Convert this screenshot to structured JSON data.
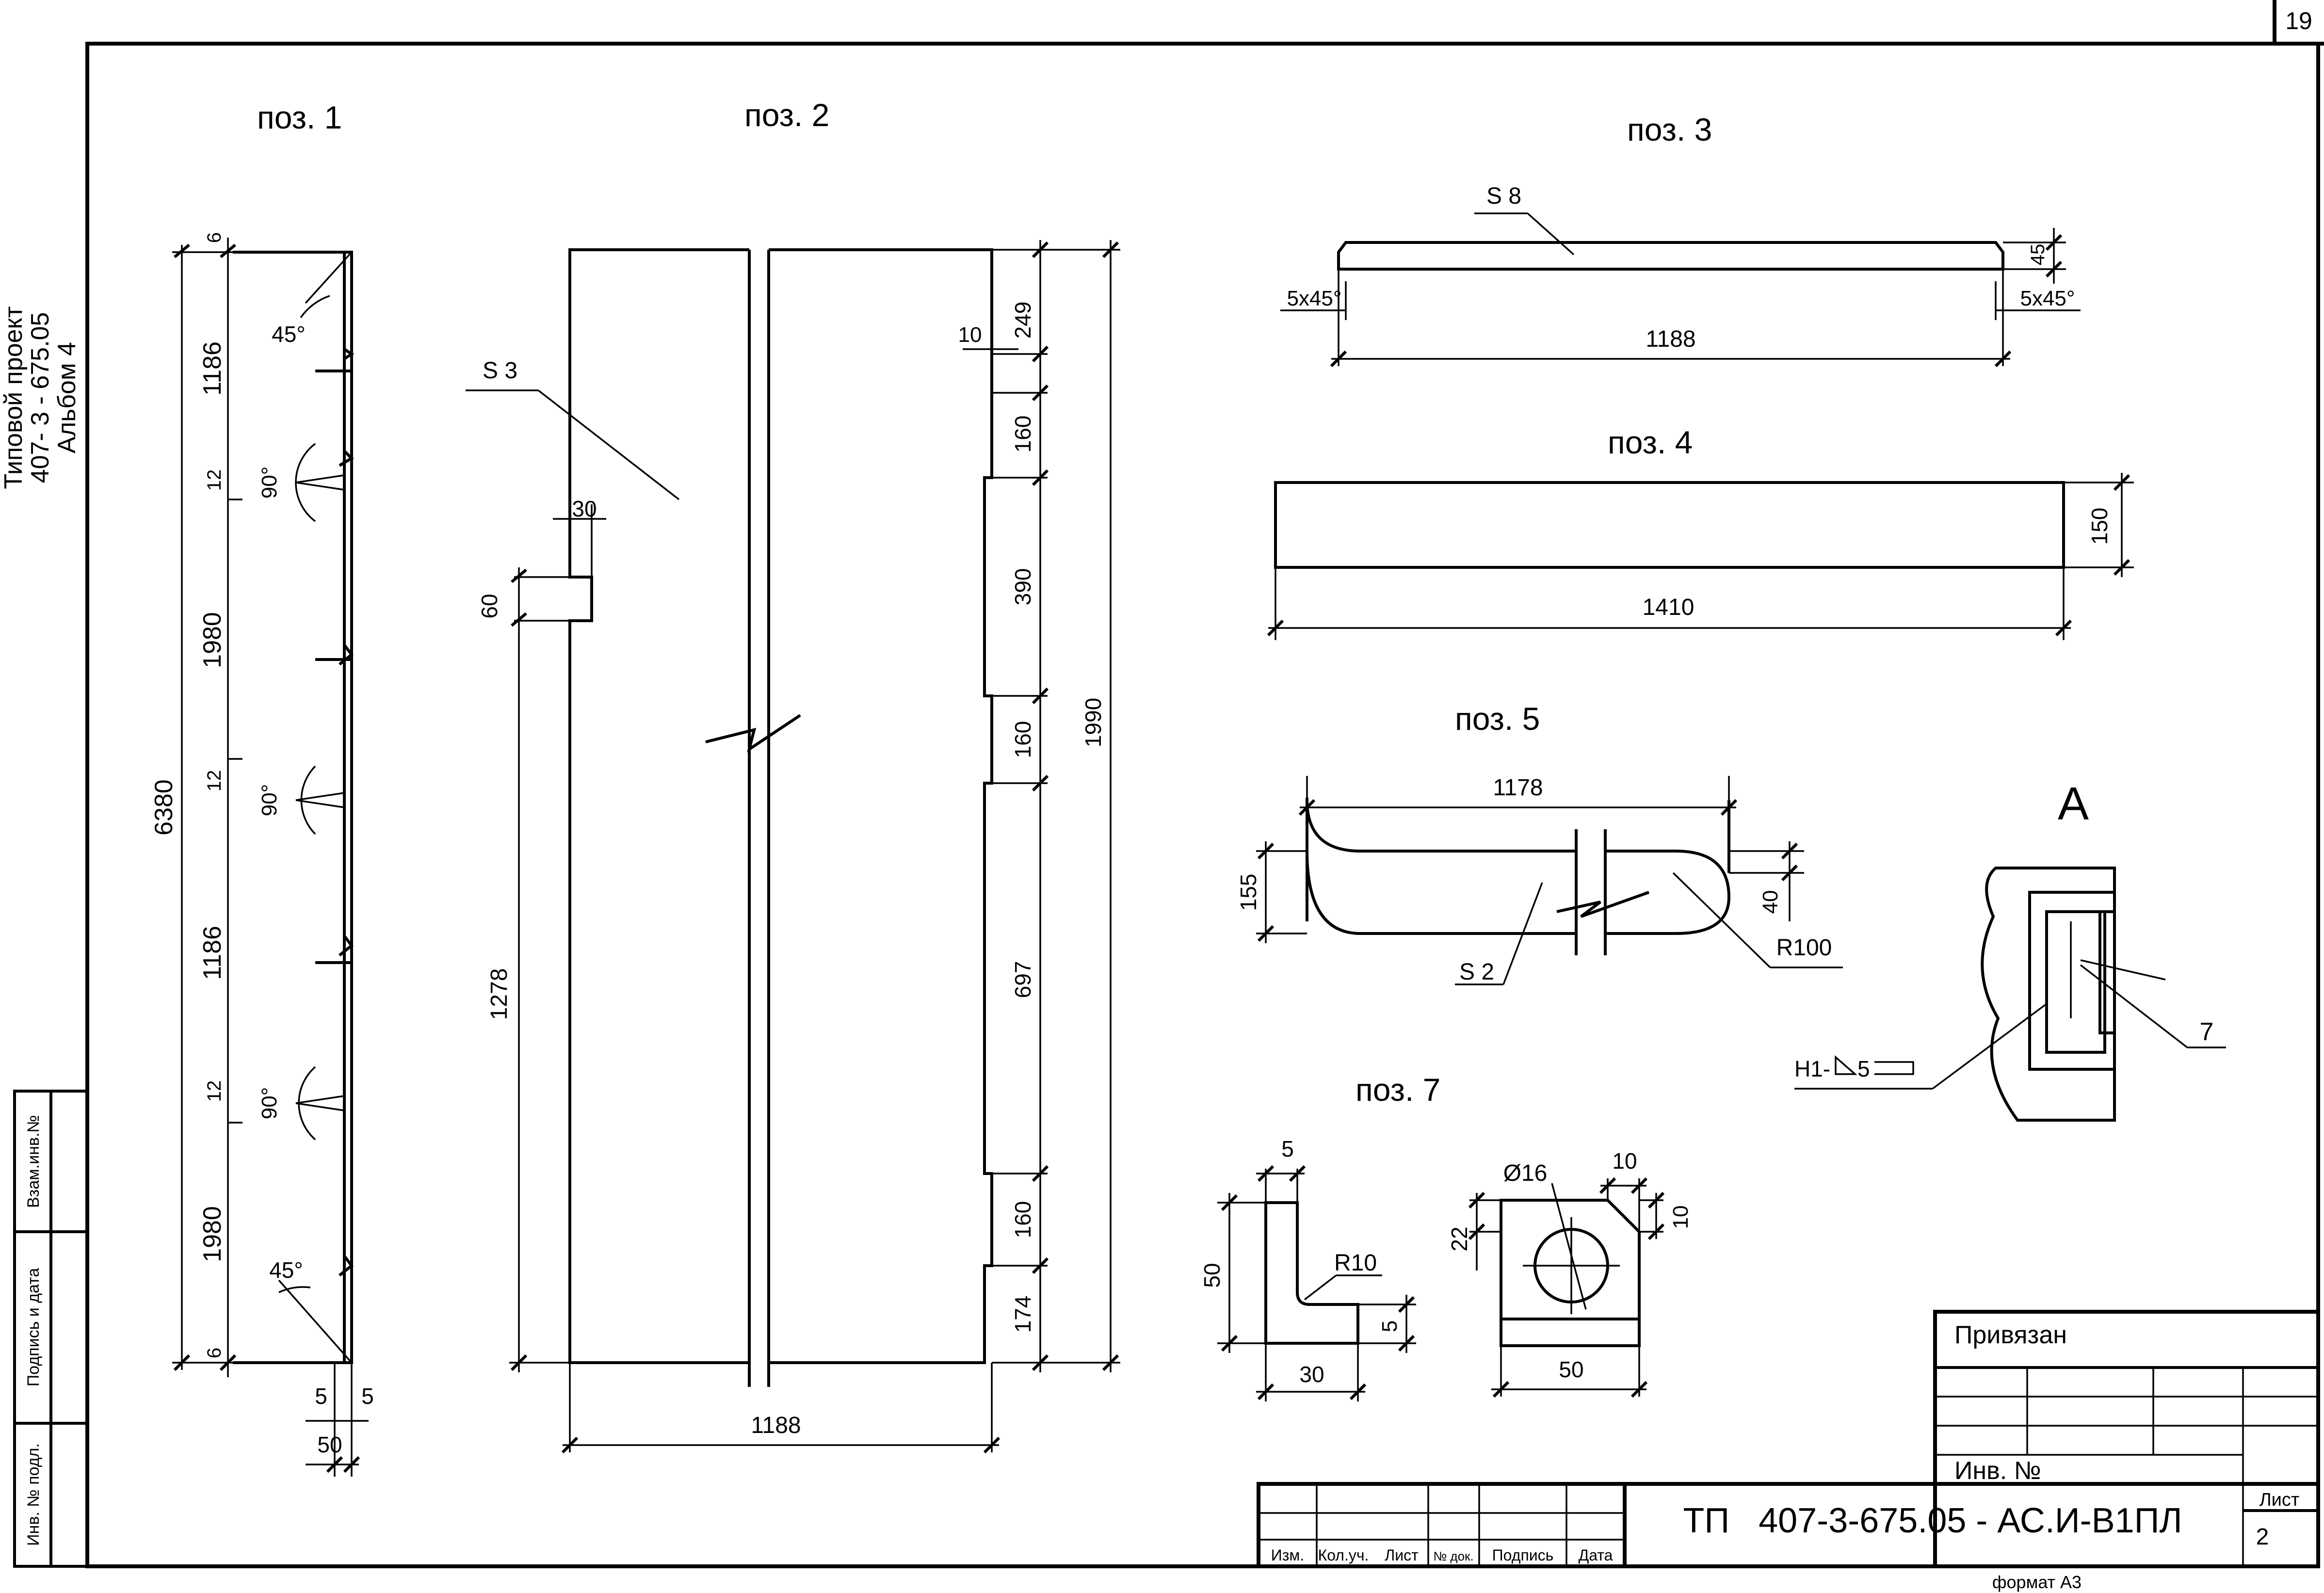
{
  "sheet": {
    "page_number": "19",
    "format": "формат А3",
    "side_label_line1": "Типовой проект",
    "side_label_line2": "407- 3 - 675.05",
    "side_label_line3": "Альбом 4",
    "side_fields": [
      "Взам.инв.№",
      "Подпись и дата",
      "Инв. № подл."
    ]
  },
  "title_block": {
    "bound_label": "Привязан",
    "inv_label": "Инв. №",
    "columns": [
      "Изм.",
      "Кол.уч.",
      "Лист",
      "№ док.",
      "Подпись",
      "Дата"
    ],
    "designation": "ТП   407-3-675.05 - АС.И-В1ПЛ",
    "sheet_label": "Лист",
    "sheet_number": "2"
  },
  "pos1": {
    "title": "поз. 1",
    "dims": {
      "total": "6380",
      "top": "6",
      "s1": "1186",
      "g1": "12",
      "s2": "1980",
      "g2": "12",
      "s3": "1186",
      "g3": "12",
      "s4": "1980",
      "bottom": "6",
      "w1": "5",
      "w2": "5",
      "width": "50"
    },
    "angles": {
      "top": "45°",
      "a1": "90°",
      "a2": "90°",
      "a3": "90°",
      "bottom": "45°"
    }
  },
  "pos2": {
    "title": "поз. 2",
    "thickness": "S 3",
    "dims": {
      "notch_w": "30",
      "notch_h": "60",
      "height_left": "1278",
      "width": "1188",
      "d10": "10",
      "d249": "249",
      "c1": "160",
      "d390": "390",
      "c2": "160",
      "d697": "697",
      "c3": "160",
      "d174": "174",
      "total": "1990"
    }
  },
  "pos3": {
    "title": "поз. 3",
    "thickness": "S 8",
    "dims": {
      "chamfer_left": "5х45°",
      "chamfer_right": "5х45°",
      "height": "45",
      "length": "1188"
    }
  },
  "pos4": {
    "title": "поз. 4",
    "dims": {
      "height": "150",
      "length": "1410"
    }
  },
  "pos5": {
    "title": "поз. 5",
    "thickness": "S 2",
    "dims": {
      "length": "1178",
      "height": "155",
      "d40": "40",
      "radius": "R100"
    }
  },
  "view_a": {
    "title": "А",
    "callout": "7",
    "weld": "Н1-",
    "weld_size": "5"
  },
  "pos7": {
    "title": "поз. 7",
    "dims": {
      "t": "5",
      "h": "50",
      "r": "R10",
      "t2": "5",
      "w": "30",
      "hole": "Ø16",
      "c1": "10",
      "c2": "10",
      "d22": "22",
      "width": "50"
    }
  }
}
